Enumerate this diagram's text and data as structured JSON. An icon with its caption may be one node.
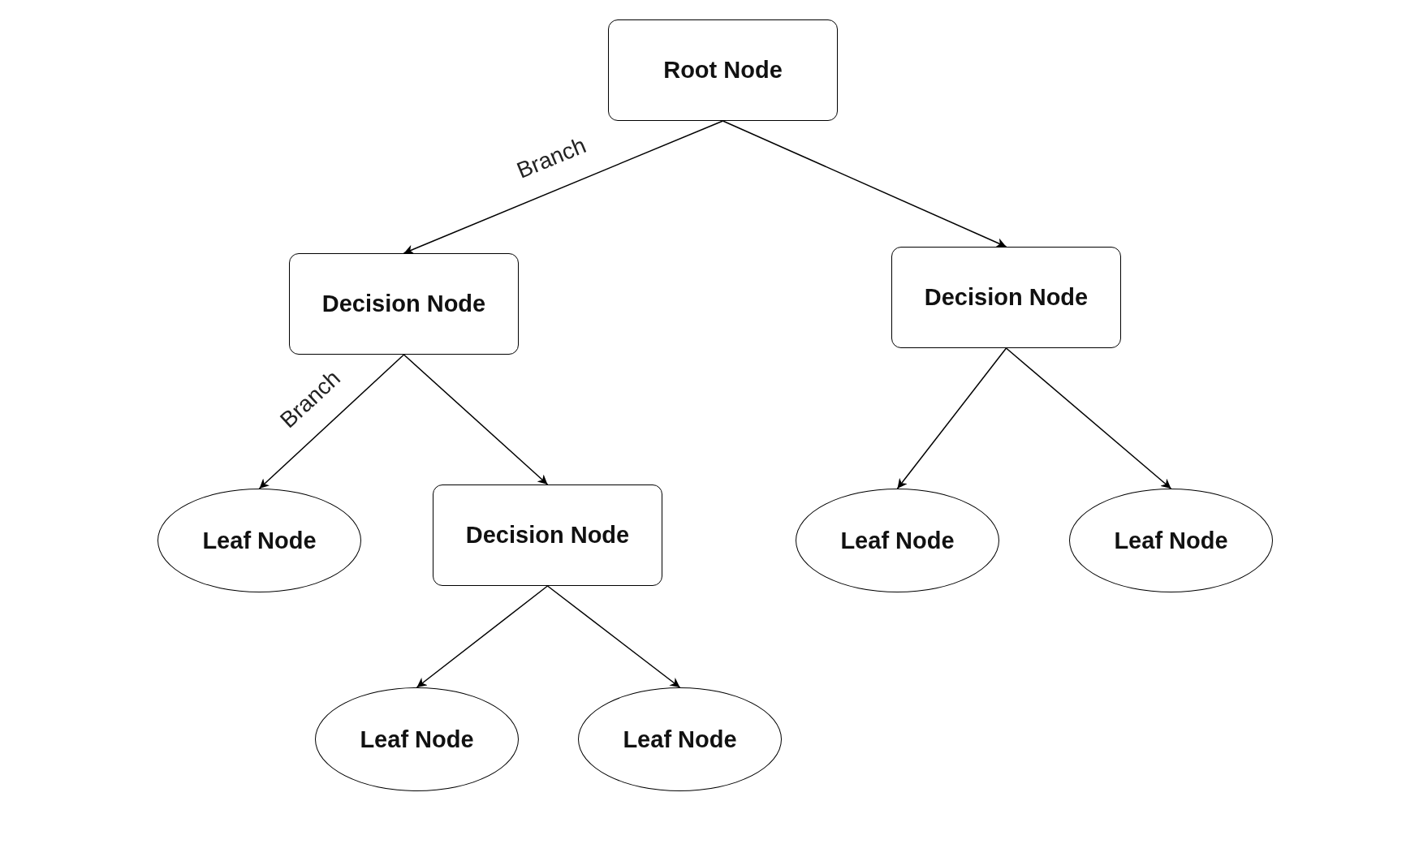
{
  "diagram": {
    "nodes": [
      {
        "text": [
          "Root Node"
        ]
      },
      {
        "text": [
          "Decision Node"
        ]
      },
      {
        "text": [
          "Decision Node"
        ]
      },
      {
        "text": [
          "Leaf Node"
        ]
      },
      {
        "text": [
          "Decision Node"
        ]
      },
      {
        "text": [
          "Leaf Node"
        ]
      },
      {
        "text": [
          "Leaf Node"
        ]
      },
      {
        "text": [
          "Leaf Node"
        ]
      },
      {
        "text": [
          "Leaf Node"
        ]
      }
    ],
    "edges": [
      {
        "from": 0,
        "to": 1,
        "arrow": "to",
        "label": "Branch"
      },
      {
        "from": 0,
        "to": 2,
        "arrow": "to"
      },
      {
        "from": 1,
        "to": 3,
        "arrow": "to",
        "label": "Branch"
      },
      {
        "from": 1,
        "to": 4,
        "arrow": "to"
      },
      {
        "from": 2,
        "to": 5,
        "arrow": "to"
      },
      {
        "from": 2,
        "to": 6,
        "arrow": "to"
      },
      {
        "from": 4,
        "to": 7,
        "arrow": "to"
      },
      {
        "from": 4,
        "to": 8,
        "arrow": "to"
      }
    ]
  }
}
